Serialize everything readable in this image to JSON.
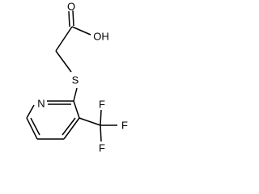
{
  "molecule": {
    "atoms": {
      "carbonyl_o": "O",
      "hydroxyl": "OH",
      "sulfur": "S",
      "nitrogen": "N",
      "fluorine_top": "F",
      "fluorine_right": "F",
      "fluorine_bottom": "F"
    },
    "colors": {
      "bond": "#000000",
      "label": "#000000",
      "background": "#ffffff"
    }
  }
}
